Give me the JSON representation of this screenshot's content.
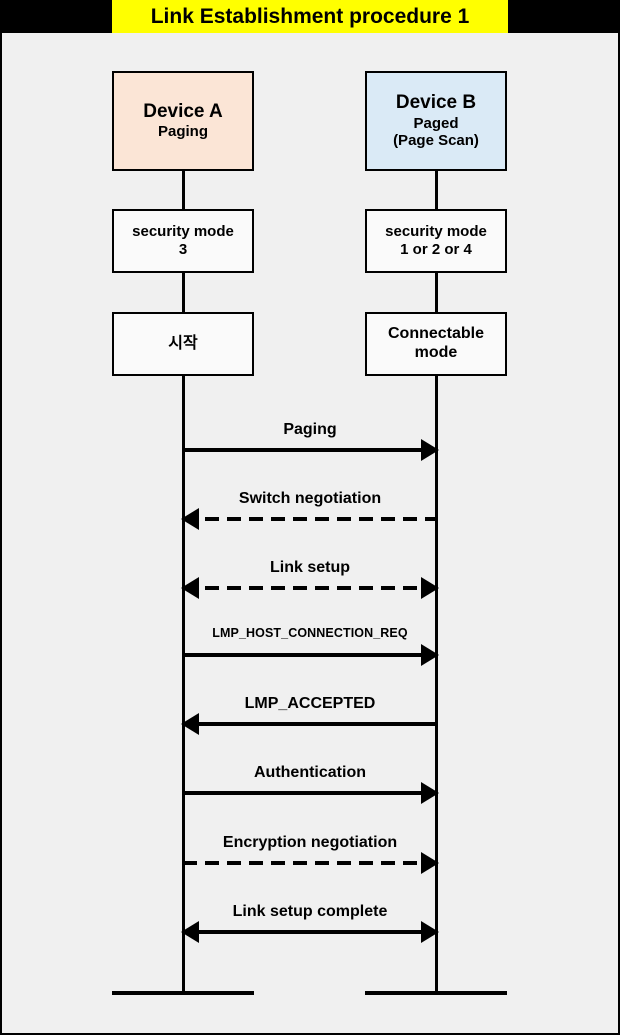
{
  "diagram": {
    "title": "Link Establishment procedure 1",
    "title_bg": "#FFFF00",
    "canvas_bg": "#F0F0F0",
    "frame_color": "#000000"
  },
  "lanes": [
    {
      "id": "device-a",
      "device_title": "Device A",
      "device_sub": "Paging",
      "fill": "#FBE5D6",
      "security_mode_line1": "security mode",
      "security_mode_line2": "3",
      "state_line1": "시작",
      "state_line2": ""
    },
    {
      "id": "device-b",
      "device_title": "Device B",
      "device_sub_line1": "Paged",
      "device_sub_line2": "(Page Scan)",
      "fill": "#DAEAF6",
      "security_mode_line1": "security mode",
      "security_mode_line2": "1 or 2 or 4",
      "state_line1": "Connectable",
      "state_line2": "mode"
    }
  ],
  "messages": [
    {
      "label": "Paging",
      "style": "solid",
      "direction": "right"
    },
    {
      "label": "Switch negotiation",
      "style": "dashed",
      "direction": "left"
    },
    {
      "label": "Link setup",
      "style": "dashed",
      "direction": "both"
    },
    {
      "label": "LMP_HOST_CONNECTION_REQ",
      "style": "solid",
      "direction": "right",
      "small": true
    },
    {
      "label": "LMP_ACCEPTED",
      "style": "solid",
      "direction": "left"
    },
    {
      "label": "Authentication",
      "style": "solid",
      "direction": "right"
    },
    {
      "label": "Encryption negotiation",
      "style": "dashed",
      "direction": "right"
    },
    {
      "label": "Link setup complete",
      "style": "solid",
      "direction": "both"
    }
  ]
}
